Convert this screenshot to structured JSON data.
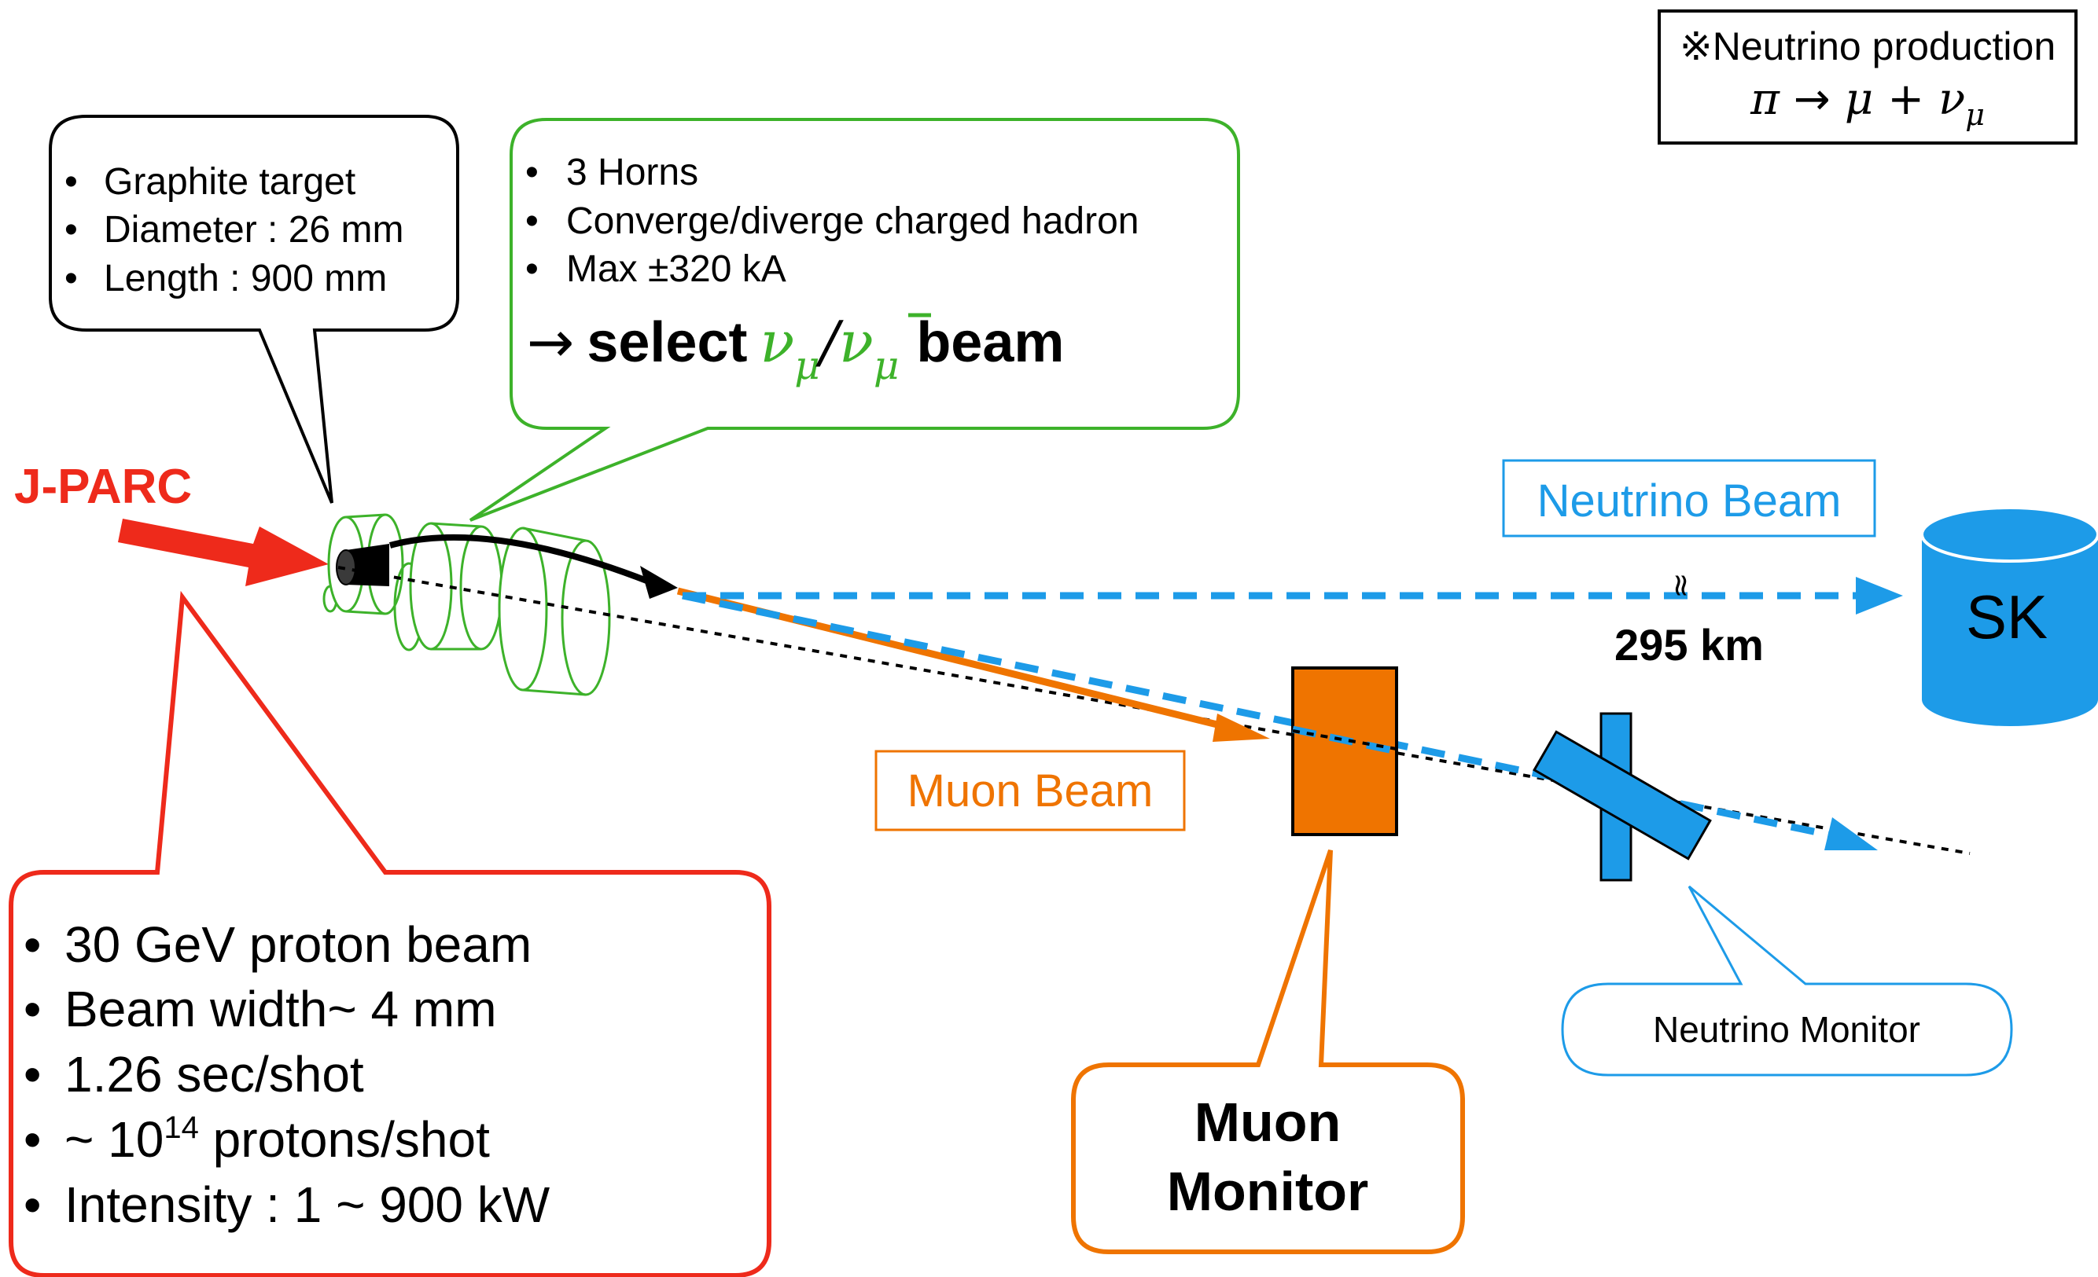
{
  "note_box": {
    "title": "※Neutrino production",
    "formula": {
      "pi": "π",
      "arrow": "→",
      "mu": "μ",
      "plus": "+",
      "nu": "ν",
      "nu_sub": "μ"
    }
  },
  "target_callout": {
    "bullet": "•",
    "items": [
      "Graphite target",
      "Diameter : 26 mm",
      "Length : 900 mm"
    ]
  },
  "horn_callout": {
    "bullet": "•",
    "items": [
      "3 Horns",
      "Converge/diverge charged hadron",
      "Max ±320 kA"
    ],
    "select": {
      "arrow": "→",
      "word": "select",
      "nu": "ν",
      "sub": "μ",
      "slash": "/",
      "bar": "¯",
      "beam": "beam"
    }
  },
  "jparc_label": "J-PARC",
  "proton_callout": {
    "bullet": "•",
    "items": [
      "30 GeV proton beam",
      "Beam width~ 4 mm",
      "1.26 sec/shot"
    ],
    "item4": {
      "prefix": "~ 10",
      "exp": "14",
      "suffix": " protons/shot"
    },
    "item5": "Intensity : 1 ~ 900 kW"
  },
  "neutrino_beam_label": "Neutrino Beam",
  "distance_mark": "≈",
  "distance_label": "295 km",
  "sk_label": "SK",
  "muon_beam_label": "Muon Beam",
  "muon_monitor_label": [
    "Muon",
    "Monitor"
  ],
  "neutrino_monitor_label": "Neutrino Monitor",
  "colors": {
    "red": "#ee2a1b",
    "green": "#3db22a",
    "blue": "#1d9be8",
    "orange": "#ef7400",
    "black": "#000000"
  }
}
